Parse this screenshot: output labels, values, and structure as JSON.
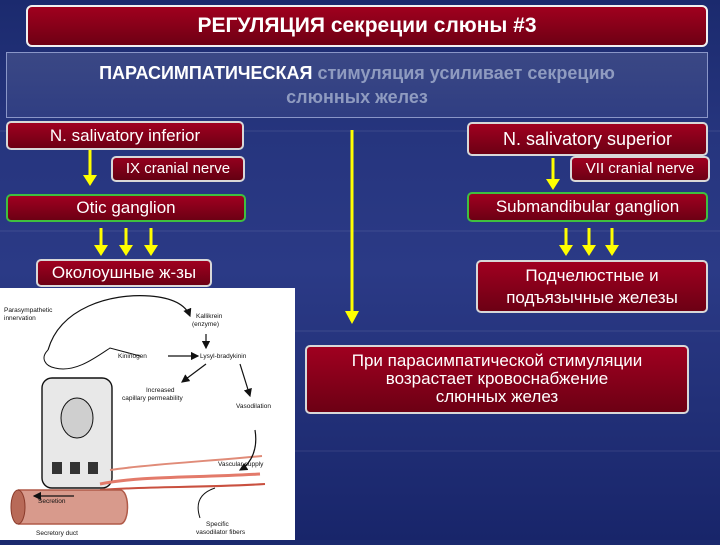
{
  "title": "РЕГУЛЯЦИЯ секреции слюны  #3",
  "subtitle": {
    "bold_part": "ПАРАСИМПАТИЧЕСКАЯ",
    "rest_line1": " стимуляция усиливает секрецию",
    "line2": "слюнных желез"
  },
  "left": {
    "nucleus": "N. salivatory inferior",
    "nerve": "IX cranial nerve",
    "ganglion": "Otic ganglion",
    "gland": "Околоушные ж-зы"
  },
  "right": {
    "nucleus": "N. salivatory superior",
    "nerve": "VII cranial nerve",
    "ganglion": "Submandibular ganglion",
    "gland_line1": "Подчелюстные и",
    "gland_line2": "подъязычные железы"
  },
  "blood_supply": {
    "line1": "При парасимпатической стимуляции",
    "line2": "возрастает кровоснабжение",
    "line3": "слюнных желез"
  },
  "figure": {
    "parasympathetic_line1": "Parasympathetic",
    "parasympathetic_line2": "innervation",
    "kallikrein_line1": "Kallikrein",
    "kallikrein_line2": "(enzyme)",
    "kininogen": "Kininogen",
    "lysyl_bradykinin": "Lysyl-bradykinin",
    "increased_line1": "Increased",
    "increased_line2": "capillary permeability",
    "vasodilation": "Vasodilation",
    "vascular_supply": "Vascular supply",
    "secretion": "Secretion",
    "secretory_duct": "Secretory duct",
    "specific_line1": "Specific",
    "specific_line2": "vasodilator fibers"
  },
  "colors": {
    "box_red": "#8c001a",
    "arrow_yellow": "#ffff00",
    "title_border": "#f0f0f0",
    "green_border": "#3fbf3f"
  }
}
